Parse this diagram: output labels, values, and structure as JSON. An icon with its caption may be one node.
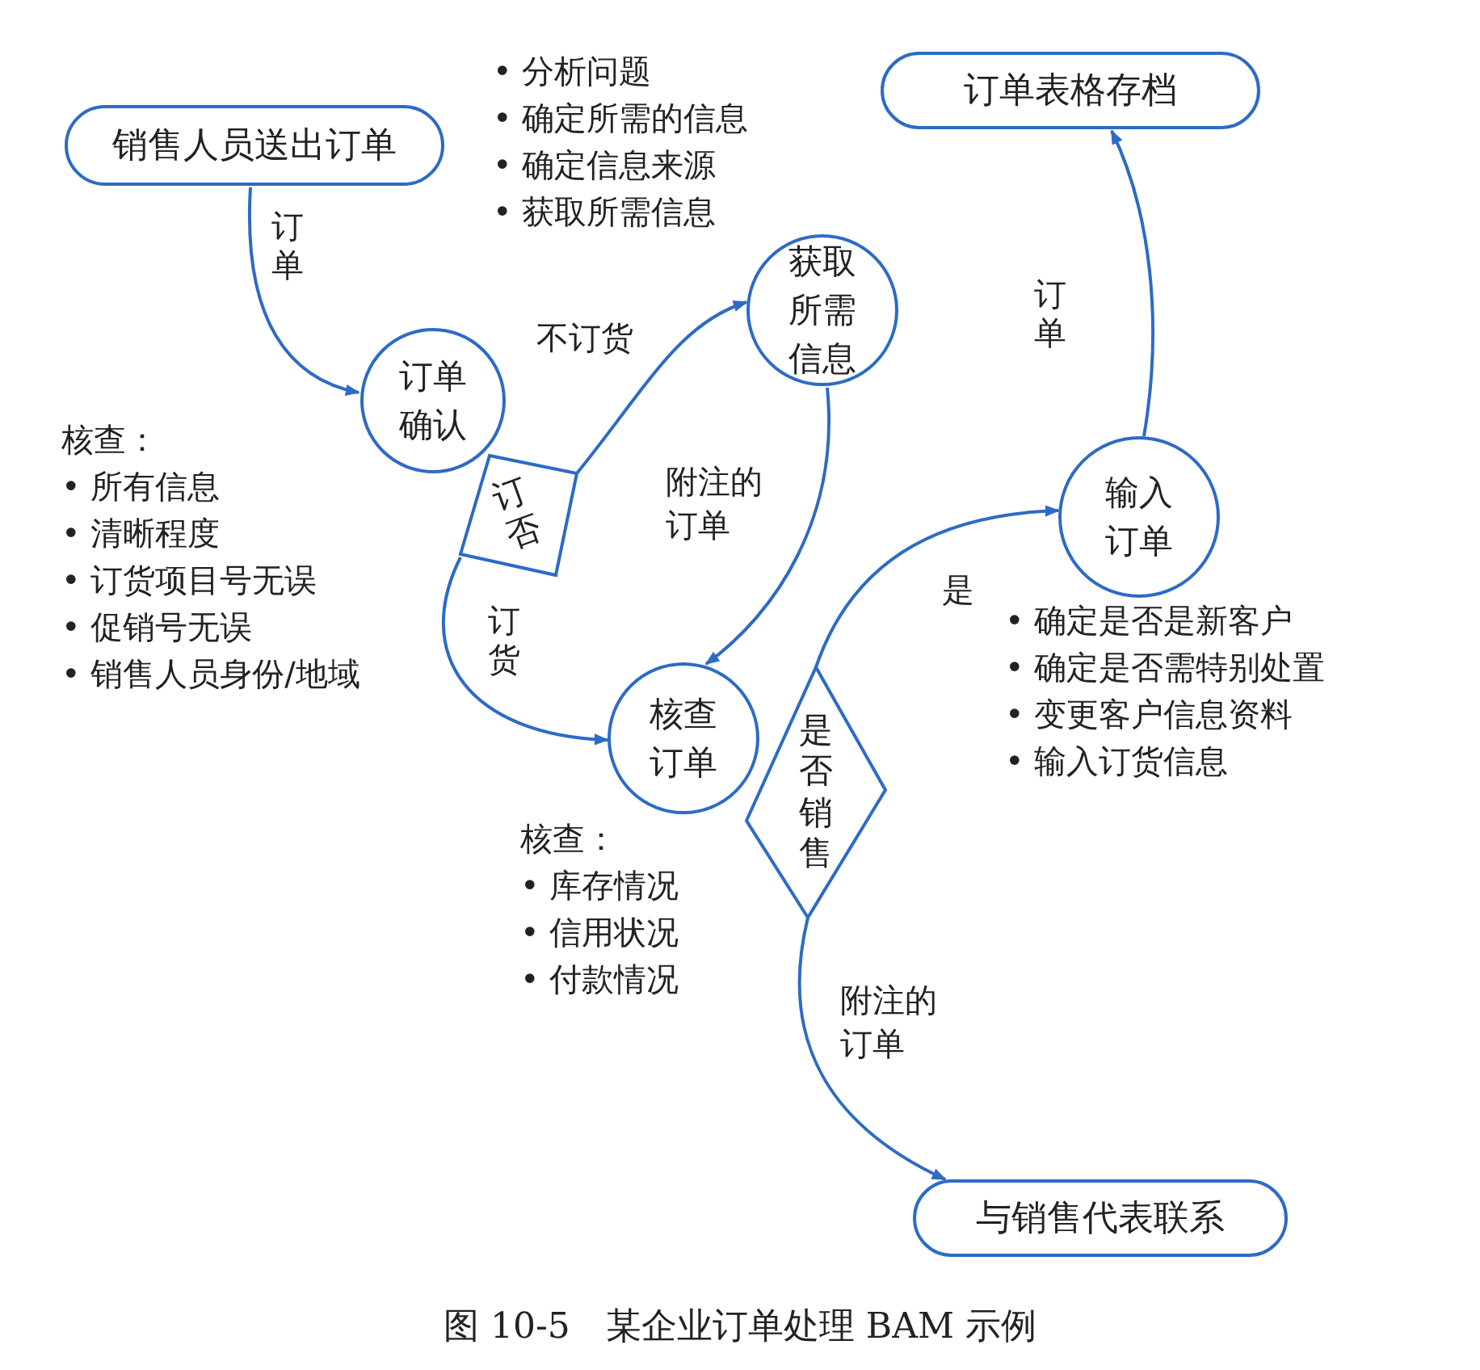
{
  "diagram": {
    "caption": "图 10-5　某企业订单处理 BAM 示例",
    "nodes": [
      {
        "text": [
          "销售人员送出订单"
        ]
      },
      {
        "text": [
          "订单确认"
        ],
        "beside": [
          "核查：",
          "• 所有信息",
          "• 清晰程度",
          "• 订货项目号无误",
          "• 促销号无误",
          "• 销售人员身份/地域"
        ]
      },
      {
        "text": [
          "订否"
        ]
      },
      {
        "text": [
          "获取所需信息"
        ],
        "beside": [
          "• 分析问题",
          "• 确定所需的信息",
          "• 确定信息来源",
          "• 获取所需信息"
        ]
      },
      {
        "text": [
          "核查订单"
        ],
        "beside": [
          "核查：",
          "• 库存情况",
          "• 信用状况",
          "• 付款情况"
        ]
      },
      {
        "text": [
          "是否销售"
        ]
      },
      {
        "text": [
          "输入订单"
        ],
        "beside": [
          "• 确定是否是新客户",
          "• 确定是否需特别处置",
          "• 变更客户信息资料",
          "• 输入订货信息"
        ]
      },
      {
        "text": [
          "订单表格存档"
        ]
      },
      {
        "text": [
          "与销售代表联系"
        ]
      }
    ],
    "edges": [
      {
        "from": 0,
        "to": 1,
        "arrow": "to",
        "label": "订单"
      },
      {
        "from": 2,
        "to": 3,
        "arrow": "to",
        "label": "不订货"
      },
      {
        "from": 2,
        "to": 4,
        "arrow": "to",
        "label": "订货"
      },
      {
        "from": 3,
        "to": 4,
        "arrow": "to",
        "label": "附注的订单"
      },
      {
        "from": 5,
        "to": 6,
        "arrow": "to",
        "label": "是"
      },
      {
        "from": 6,
        "to": 7,
        "arrow": "to",
        "label": "订单"
      },
      {
        "from": 5,
        "to": 8,
        "arrow": "to",
        "label": "附注的订单"
      }
    ]
  }
}
